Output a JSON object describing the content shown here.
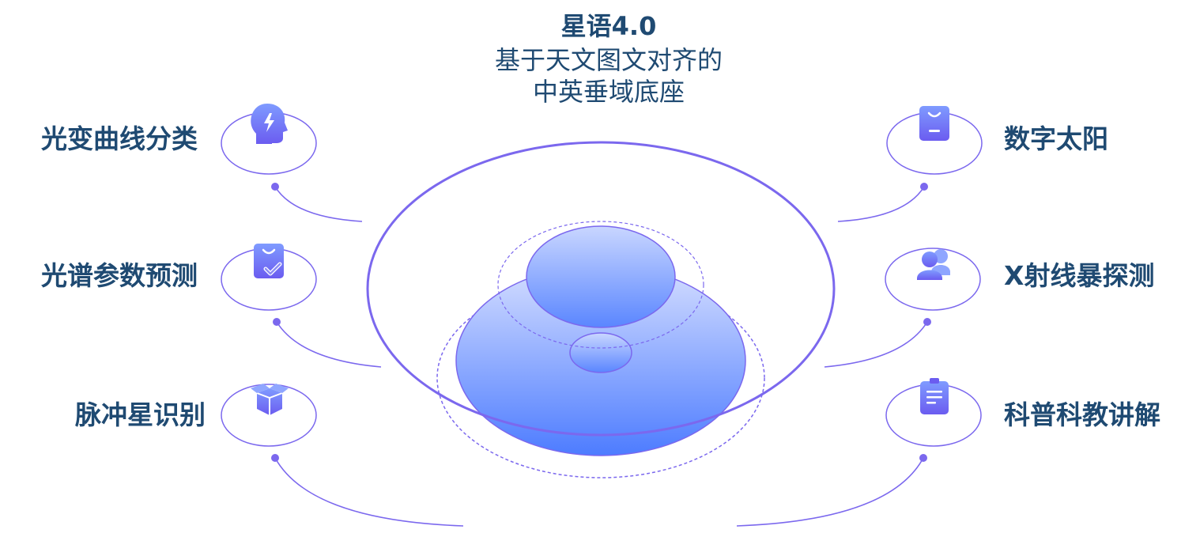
{
  "title": {
    "main": "星语4.0",
    "line1": "基于天文图文对齐的",
    "line2": "中英垂域底座"
  },
  "left_items": [
    {
      "label": "光变曲线分类",
      "icon": "head-lightning-icon"
    },
    {
      "label": "光谱参数预测",
      "icon": "bag-check-icon"
    },
    {
      "label": "脉冲星识别",
      "icon": "open-box-icon"
    }
  ],
  "right_items": [
    {
      "label": "数字太阳",
      "icon": "bag-icon"
    },
    {
      "label": "X射线暴探测",
      "icon": "users-icon"
    },
    {
      "label": "科普科教讲解",
      "icon": "clipboard-icon"
    }
  ],
  "colors": {
    "accent": "#7b68ee",
    "text": "#1f4a72",
    "disk_top": "#c9d6ff",
    "disk_bottom": "#4d7cff"
  }
}
